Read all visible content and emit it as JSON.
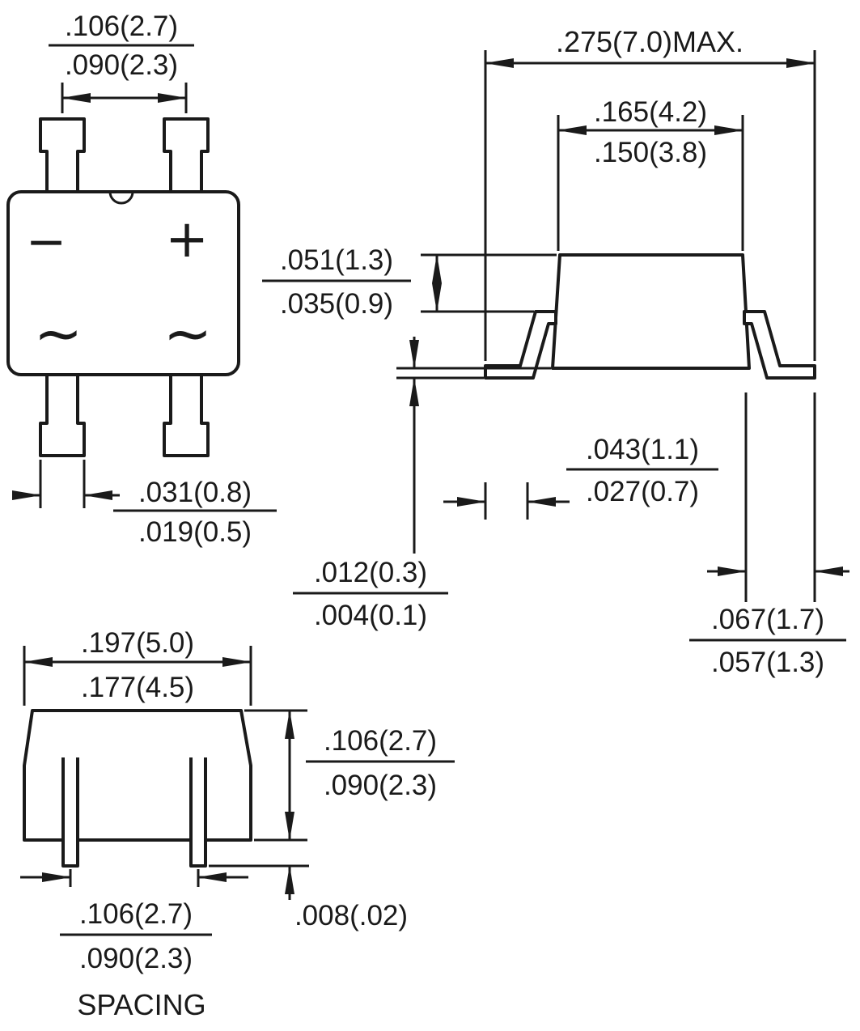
{
  "page": {
    "background": "#ffffff",
    "ink": "#1a1a1a",
    "description": "Package outline dimension drawing, inches(millimeters)"
  },
  "views": {
    "top_view": {
      "marks": {
        "minus": "−",
        "plus": "+",
        "ac_left": "~",
        "ac_right": "~"
      },
      "dim_lead_span": {
        "max": ".106(2.7)",
        "min": ".090(2.3)"
      },
      "dim_lead_width": {
        "max": ".031(0.8)",
        "min": ".019(0.5)"
      }
    },
    "side_view": {
      "dim_overall": ".275(7.0)MAX.",
      "dim_body": {
        "max": ".165(4.2)",
        "min": ".150(3.8)"
      },
      "dim_shoulder": {
        "max": ".051(1.3)",
        "min": ".035(0.9)"
      },
      "dim_foot": {
        "max": ".043(1.1)",
        "min": ".027(0.7)"
      },
      "dim_standoff": {
        "max": ".012(0.3)",
        "min": ".004(0.1)"
      },
      "dim_tip": {
        "max": ".067(1.7)",
        "min": ".057(1.3)"
      }
    },
    "front_view": {
      "dim_length": {
        "max": ".197(5.0)",
        "min": ".177(4.5)"
      },
      "dim_height": {
        "max": ".106(2.7)",
        "min": ".090(2.3)"
      },
      "dim_standoff": ".008(.02)",
      "dim_spacing": {
        "max": ".106(2.7)",
        "min": ".090(2.3)",
        "caption": "SPACING"
      }
    }
  }
}
